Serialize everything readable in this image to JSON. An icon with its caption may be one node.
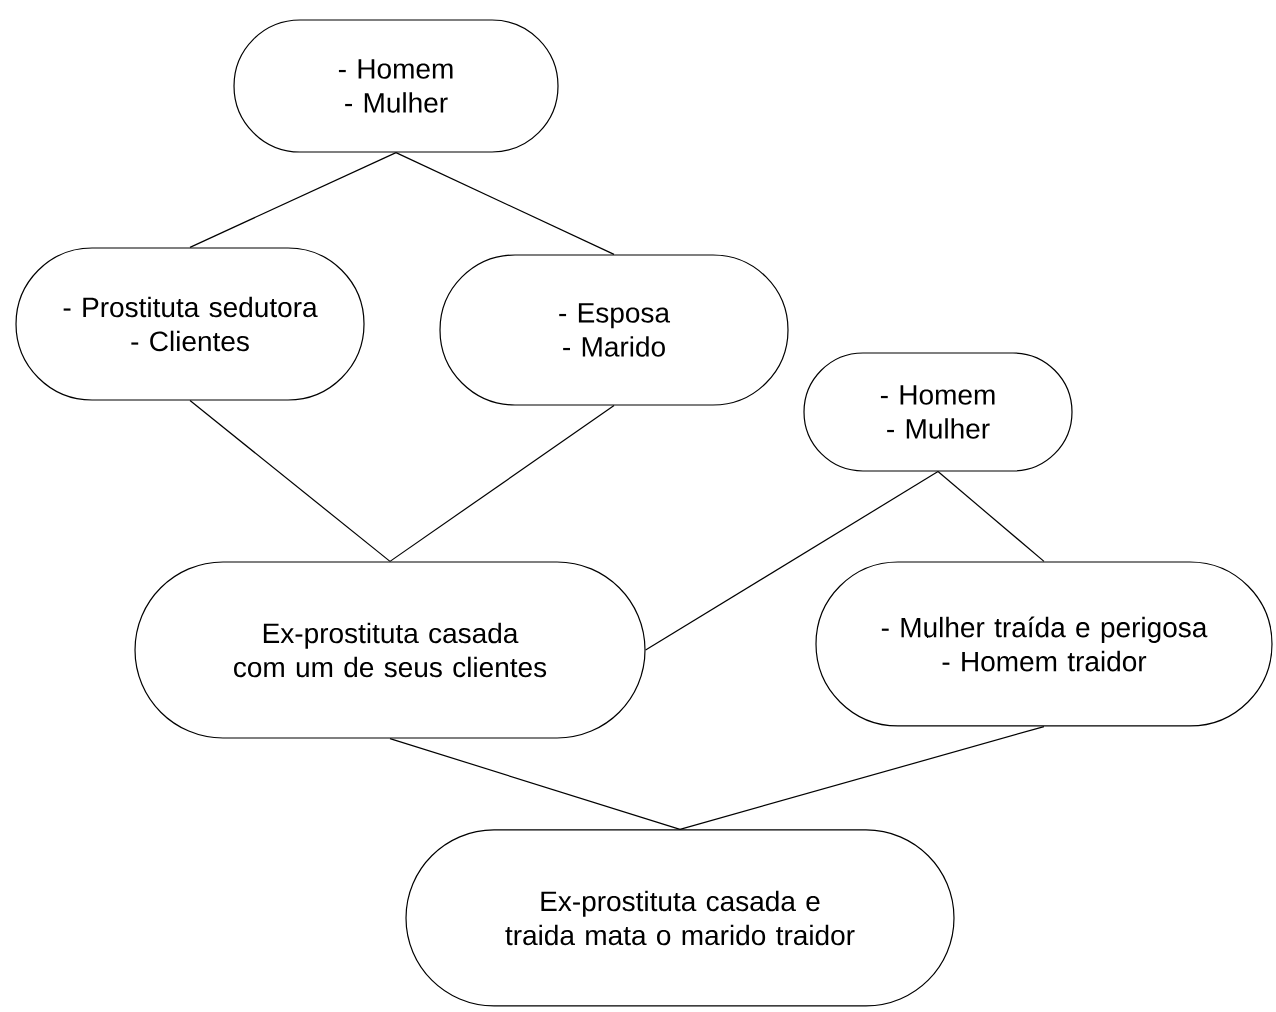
{
  "diagram": {
    "nodes": [
      {
        "text": [
          "- Homem",
          "- Mulher"
        ]
      },
      {
        "text": [
          "- Prostituta sedutora",
          "- Clientes"
        ]
      },
      {
        "text": [
          "- Esposa",
          "- Marido"
        ]
      },
      {
        "text": [
          "- Homem",
          "- Mulher"
        ]
      },
      {
        "text": [
          "Ex-prostituta casada com um de seus clientes"
        ]
      },
      {
        "text": [
          "- Mulher traída e perigosa",
          "- Homem traidor"
        ]
      },
      {
        "text": [
          "Ex-prostituta casada e traida mata o marido traidor"
        ]
      }
    ],
    "edges": [
      {
        "from": 0,
        "to": 1,
        "arrow": "none"
      },
      {
        "from": 0,
        "to": 2,
        "arrow": "none"
      },
      {
        "from": 1,
        "to": 4,
        "arrow": "none"
      },
      {
        "from": 2,
        "to": 4,
        "arrow": "none"
      },
      {
        "from": 3,
        "to": 4,
        "arrow": "none"
      },
      {
        "from": 3,
        "to": 5,
        "arrow": "none"
      },
      {
        "from": 4,
        "to": 6,
        "arrow": "none"
      },
      {
        "from": 5,
        "to": 6,
        "arrow": "none"
      }
    ]
  }
}
